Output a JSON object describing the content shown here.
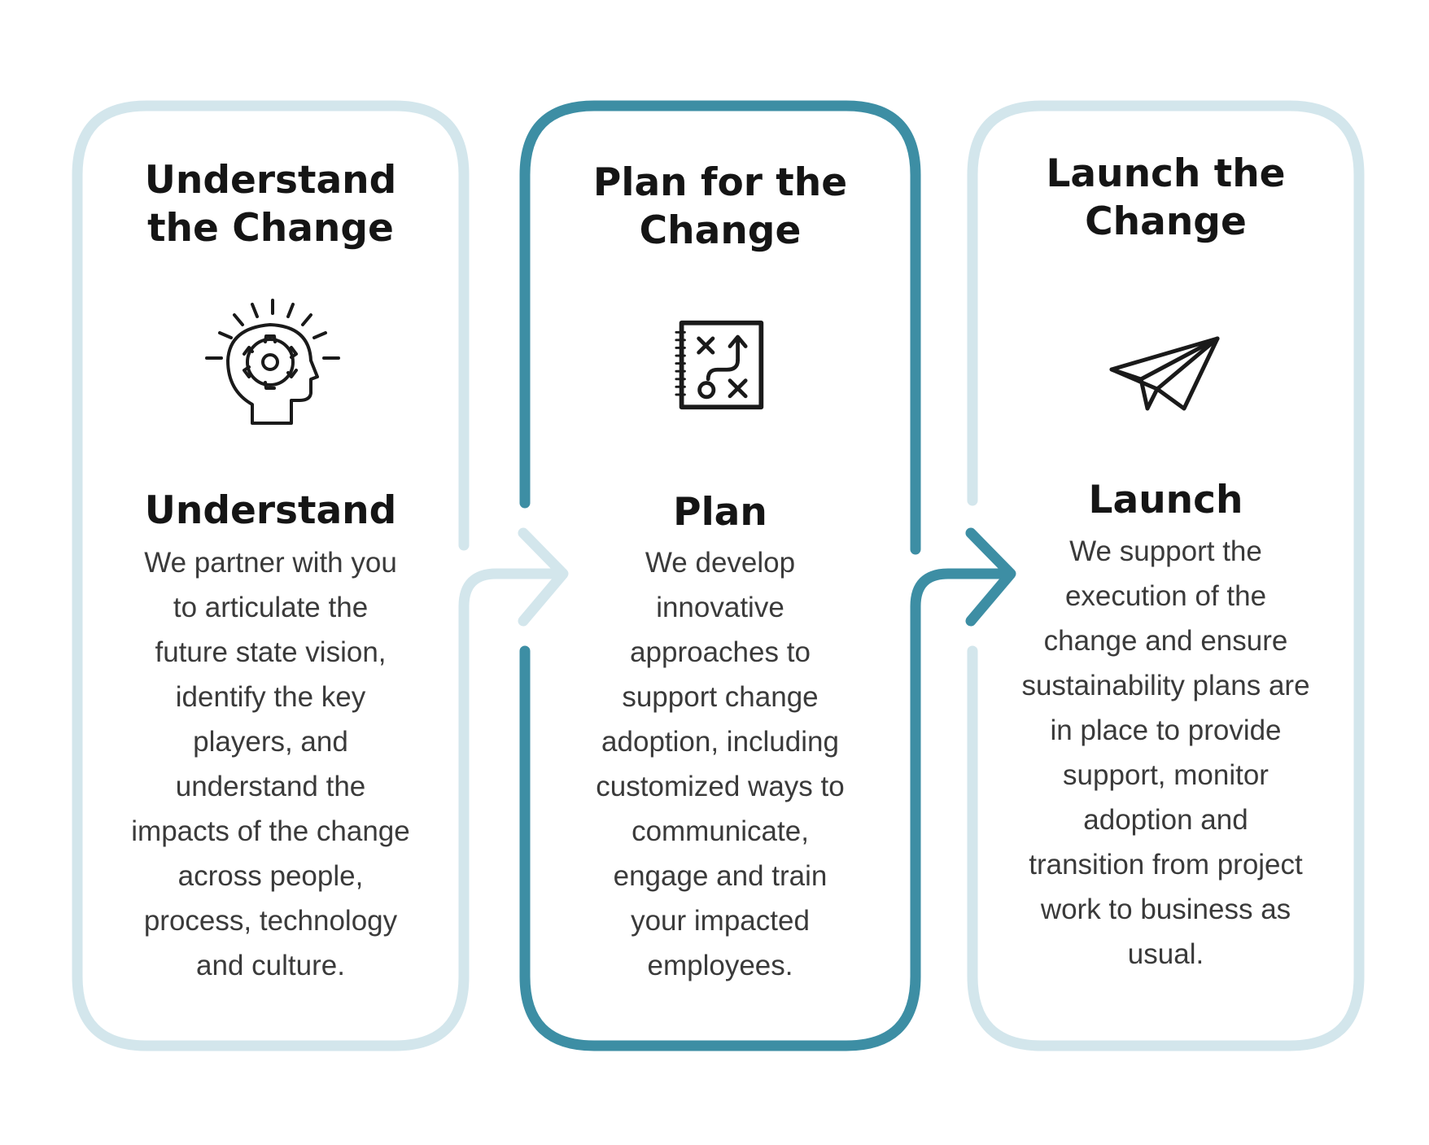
{
  "colors": {
    "light_frame": "#d3e6ec",
    "dark_frame": "#3d8ea4",
    "text": "#151515",
    "body_text": "#3a3a3a"
  },
  "columns": [
    {
      "title": "Understand\nthe Change",
      "icon": "head-gear-icon",
      "heading": "Understand",
      "body_lines": [
        "We partner with you",
        "to articulate the",
        "future state vision,",
        "identify the key",
        "players, and",
        "understand the",
        "impacts of the change",
        "across people,",
        "process, technology",
        "and culture."
      ]
    },
    {
      "title": "Plan for the\nChange",
      "icon": "strategy-board-icon",
      "heading": "Plan",
      "body_lines": [
        "We develop",
        "innovative",
        "approaches to",
        "support change",
        "adoption, including",
        "customized ways to",
        "communicate,",
        "engage and train",
        "your impacted",
        "employees."
      ]
    },
    {
      "title": "Launch the\nChange",
      "icon": "paper-plane-icon",
      "heading": "Launch",
      "body_lines": [
        "We support the",
        "execution of the",
        "change and ensure",
        "sustainability plans are",
        "in place to provide",
        "support,  monitor",
        "adoption and",
        "transition from project",
        "work to business as",
        "usual."
      ]
    }
  ]
}
